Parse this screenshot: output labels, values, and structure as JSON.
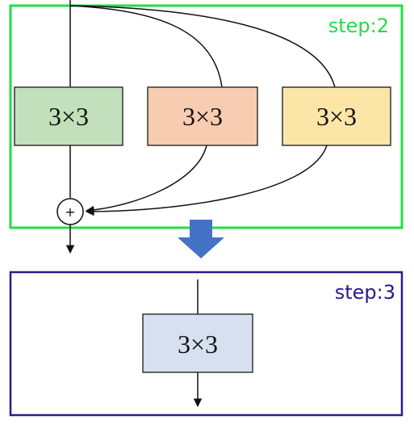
{
  "step2": {
    "label": "step:2",
    "color": "#22dd44",
    "blocks": [
      {
        "label": "3×3",
        "fill": "#c2e0bb"
      },
      {
        "label": "3×3",
        "fill": "#f8ccb0"
      },
      {
        "label": "3×3",
        "fill": "#fbe6a8"
      }
    ],
    "sum_symbol": "+"
  },
  "transition": {
    "arrow_color": "#4472c4"
  },
  "step3": {
    "label": "step:3",
    "color": "#2a1a90",
    "block": {
      "label": "3×3",
      "fill": "#d6e0f1"
    }
  }
}
